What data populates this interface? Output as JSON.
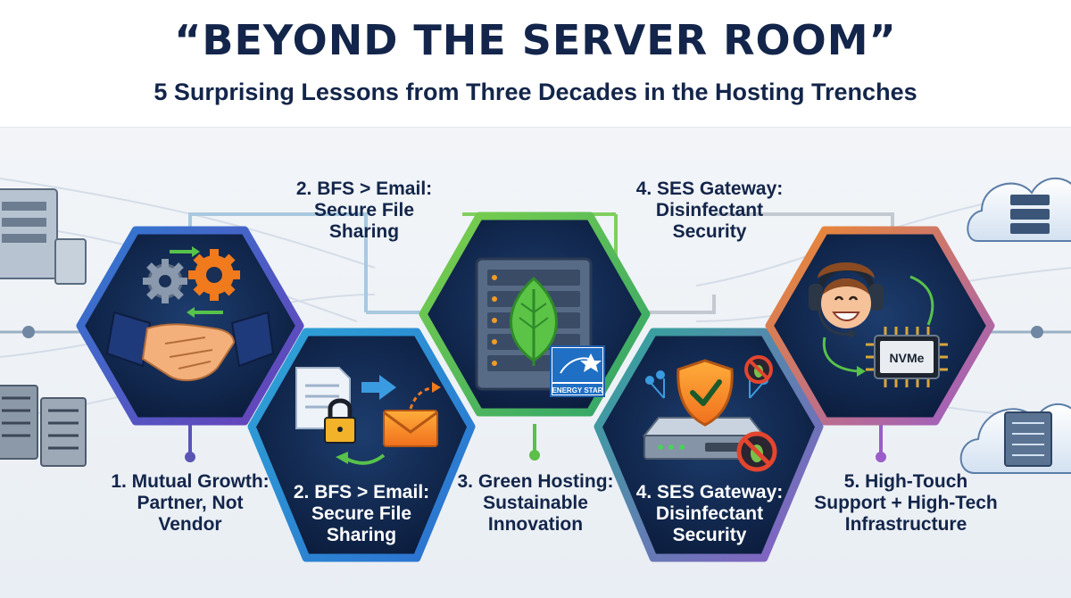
{
  "header": {
    "title": "“BEYOND THE SERVER ROOM”",
    "subtitle": "5 Surprising Lessons from Three Decades in the Hosting Trenches"
  },
  "top_labels": {
    "bfs": "2. BFS > Email:\nSecure File\nSharing",
    "ses": "4. SES Gateway:\nDisinfectant\nSecurity"
  },
  "lessons": [
    {
      "label": "1. Mutual Growth:\nPartner, Not\nVendor",
      "color": "#3e5fbf"
    },
    {
      "label": "2. BFS > Email:\nSecure File\nSharing",
      "color": "#2b87c7"
    },
    {
      "label": "3. Green Hosting:\nSustainable\nInnovation",
      "color": "#5fc24e"
    },
    {
      "label": "4. SES Gateway:\nDisinfectant\nSecurity",
      "color": "#2fa89a"
    },
    {
      "label": "5. High-Touch\nSupport + High-Tech\nInfrastructure",
      "color": "#e07b2a"
    }
  ],
  "icon_text": {
    "energy_star": "ENERGY STAR",
    "nvme": "NVMe"
  },
  "icons": [
    "handshake-icon",
    "gear-icon",
    "document-icon",
    "padlock-icon",
    "envelope-icon",
    "server-rack-icon",
    "leaf-icon",
    "energy-star-logo",
    "shield-check-icon",
    "bug-blocked-icon",
    "network-appliance-icon",
    "support-agent-headset-icon",
    "nvme-chip-icon",
    "cloud-server-icon"
  ]
}
